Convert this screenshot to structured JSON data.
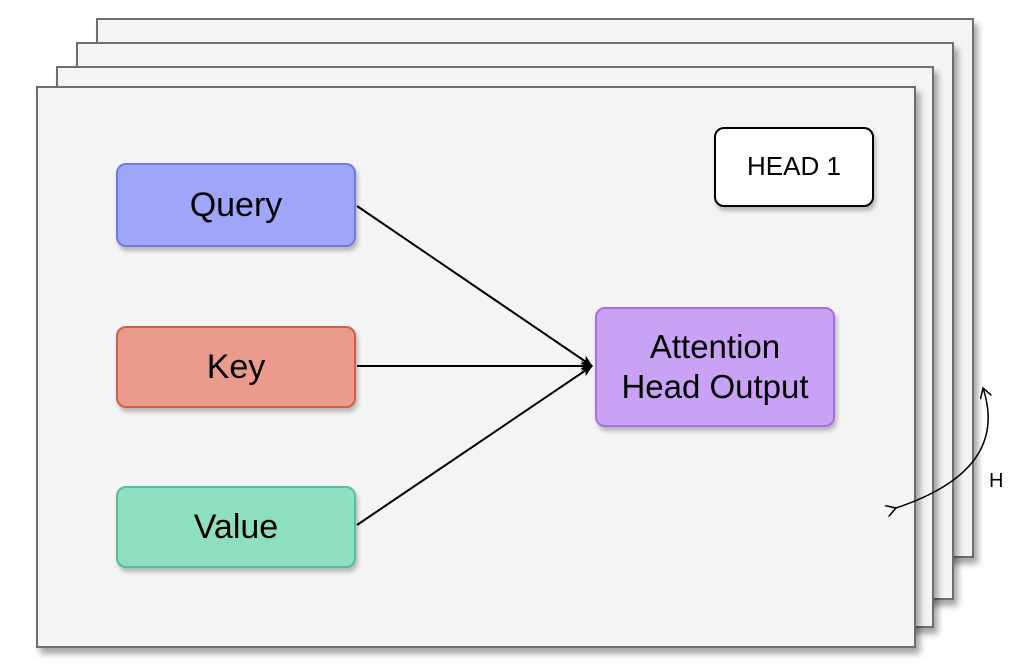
{
  "diagram": {
    "inputs": {
      "query": "Query",
      "key": "Key",
      "value": "Value"
    },
    "output": {
      "line1": "Attention",
      "line2": "Head Output"
    },
    "head_label": "HEAD 1",
    "stack_label": "H"
  },
  "colors": {
    "query": "#9fa5f8",
    "key": "#ea9b8c",
    "value": "#8ddfc0",
    "output": "#c9a2f6",
    "sheet": "#f4f4f4"
  },
  "icons": [
    "curved-double-arrow-icon"
  ]
}
